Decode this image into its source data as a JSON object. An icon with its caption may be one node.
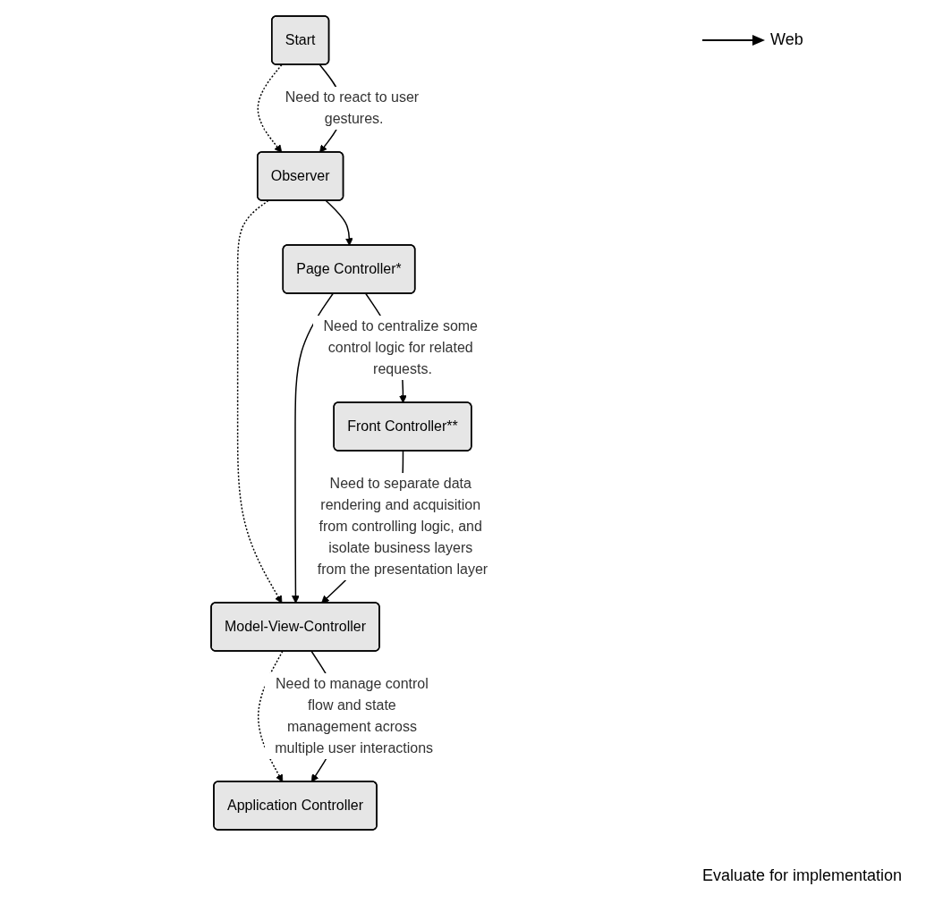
{
  "diagram": {
    "nodes": [
      {
        "text": [
          "Start"
        ]
      },
      {
        "text": [
          "Observer"
        ]
      },
      {
        "text": [
          "Page Controller*"
        ]
      },
      {
        "text": [
          "Front Controller**"
        ]
      },
      {
        "text": [
          "Model-View-Controller"
        ]
      },
      {
        "text": [
          "Application Controller"
        ]
      }
    ],
    "edges": [
      {
        "from": 0,
        "to": 1,
        "arrow": "to",
        "style": "dashed"
      },
      {
        "from": 0,
        "to": 1,
        "arrow": "to",
        "label": "Need to react to user gestures."
      },
      {
        "from": 1,
        "to": 4,
        "arrow": "to",
        "style": "dashed"
      },
      {
        "from": 1,
        "to": 2,
        "arrow": "to"
      },
      {
        "from": 2,
        "to": 3,
        "arrow": "to",
        "label": "Need to centralize some control logic for related requests."
      },
      {
        "from": 2,
        "to": 4,
        "arrow": "to"
      },
      {
        "from": 3,
        "to": 4,
        "arrow": "to",
        "label": "Need to separate data rendering and acquisition from controlling logic, and isolate business layers from the presentation layer"
      },
      {
        "from": 4,
        "to": 5,
        "arrow": "to",
        "style": "dashed"
      },
      {
        "from": 4,
        "to": 5,
        "arrow": "to",
        "label": "Need to manage control flow and state management across multiple user interactions"
      }
    ],
    "labels": [
      "Evaluate for implementation"
    ],
    "legend": [
      {
        "text": "Web"
      }
    ]
  }
}
